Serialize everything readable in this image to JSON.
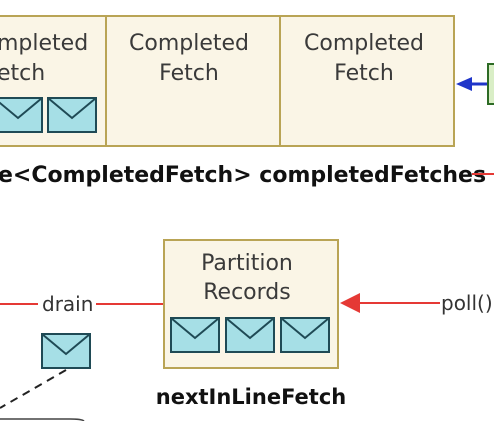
{
  "diagram": {
    "queue_boxes": [
      {
        "line1": "mpleted",
        "line2": "etch"
      },
      {
        "line1": "Completed",
        "line2": "Fetch"
      },
      {
        "line1": "Completed",
        "line2": "Fetch"
      }
    ],
    "queue_label": "e<CompletedFetch> completedFetches",
    "partition_box": {
      "line1": "Partition",
      "line2": "Records"
    },
    "partition_label": "nextInLineFetch",
    "drain_label": "drain",
    "poll_label": "poll()",
    "colors": {
      "box_fill": "#faf5e6",
      "box_border": "#b9a455",
      "envelope_fill": "#a6dfe6",
      "red_arrow": "#e53935",
      "blue_arrow": "#1f35c9"
    }
  }
}
